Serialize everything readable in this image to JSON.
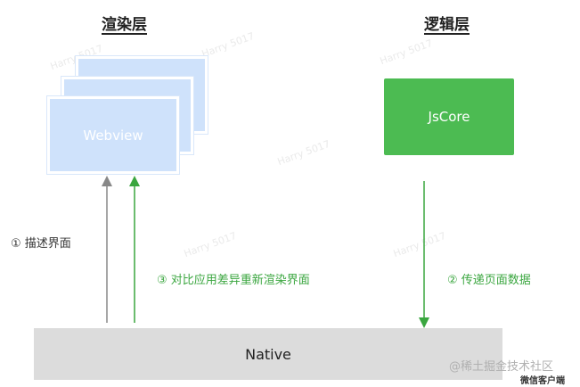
{
  "headings": {
    "render_layer": "渲染层",
    "logic_layer": "逻辑层"
  },
  "boxes": {
    "webview": "Webview",
    "jscore": "JsCore",
    "native": "Native"
  },
  "labels": {
    "describe_ui": "① 描述界面",
    "diff_rerender": "③ 对比应用差异重新渲染界面",
    "pass_data": "② 传递页面数据"
  },
  "footer": {
    "site_watermark": "@稀土掘金技术社区",
    "client_label": "微信客户端"
  },
  "watermark_text": "Harry 5017",
  "colors": {
    "webview_fill": "#cfe2fb",
    "jscore_fill": "#4cbb52",
    "native_fill": "#dcdcdc",
    "arrow_gray": "#888888",
    "arrow_green": "#3aa63f"
  }
}
